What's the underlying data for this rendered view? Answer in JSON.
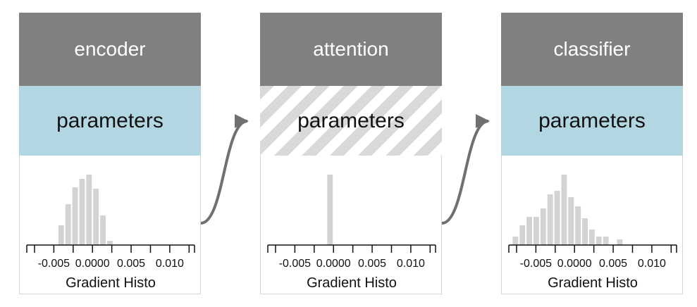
{
  "colors": {
    "header_bg": "#808080",
    "header_text": "#ffffff",
    "params_fill": "#b3d6e3",
    "frozen_stripe": "#d9d9d9",
    "bar_fill": "#d3d3d3",
    "axis": "#111111",
    "arrow": "#707070"
  },
  "modules": [
    {
      "title": "encoder",
      "params_label": "parameters",
      "params_style": "solid",
      "chart_data": {
        "type": "bar",
        "xlabel": "Gradient Histo",
        "tick_labels": [
          "-0.005",
          "0.0000",
          "0.005",
          "0.010"
        ],
        "tick_values": [
          -0.005,
          0.0,
          0.005,
          0.01
        ],
        "xlim": [
          -0.0085,
          0.0132
        ],
        "bin_width": 0.0009,
        "bins": [
          {
            "x": -0.0045,
            "v": 0.28
          },
          {
            "x": -0.0036,
            "v": 0.58
          },
          {
            "x": -0.0027,
            "v": 0.82
          },
          {
            "x": -0.0018,
            "v": 0.94
          },
          {
            "x": -0.0009,
            "v": 1.0
          },
          {
            "x": 0.0,
            "v": 0.8
          },
          {
            "x": 0.0009,
            "v": 0.42
          },
          {
            "x": 0.0018,
            "v": 0.06
          }
        ]
      }
    },
    {
      "title": "attention",
      "params_label": "parameters",
      "params_style": "striped",
      "chart_data": {
        "type": "bar",
        "xlabel": "Gradient Histo",
        "tick_labels": [
          "-0.005",
          "0.0000",
          "0.005",
          "0.010"
        ],
        "tick_values": [
          -0.005,
          0.0,
          0.005,
          0.01
        ],
        "xlim": [
          -0.0085,
          0.0132
        ],
        "bin_width": 0.0009,
        "bins": [
          {
            "x": -0.0009,
            "v": 1.0
          }
        ]
      }
    },
    {
      "title": "classifier",
      "params_label": "parameters",
      "params_style": "solid",
      "chart_data": {
        "type": "bar",
        "xlabel": "Gradient Histo",
        "tick_labels": [
          "-0.005",
          "0.0000",
          "0.005",
          "0.010"
        ],
        "tick_values": [
          -0.005,
          0.0,
          0.005,
          0.01
        ],
        "xlim": [
          -0.0085,
          0.0132
        ],
        "bin_width": 0.0009,
        "bins": [
          {
            "x": -0.0081,
            "v": 0.12
          },
          {
            "x": -0.0072,
            "v": 0.28
          },
          {
            "x": -0.0063,
            "v": 0.4
          },
          {
            "x": -0.0054,
            "v": 0.4
          },
          {
            "x": -0.0045,
            "v": 0.52
          },
          {
            "x": -0.0036,
            "v": 0.72
          },
          {
            "x": -0.0027,
            "v": 0.77
          },
          {
            "x": -0.0018,
            "v": 1.0
          },
          {
            "x": -0.0009,
            "v": 0.68
          },
          {
            "x": 0.0,
            "v": 0.55
          },
          {
            "x": 0.0009,
            "v": 0.38
          },
          {
            "x": 0.0018,
            "v": 0.22
          },
          {
            "x": 0.0027,
            "v": 0.12
          },
          {
            "x": 0.0036,
            "v": 0.12
          },
          {
            "x": 0.0054,
            "v": 0.08
          }
        ]
      }
    }
  ]
}
